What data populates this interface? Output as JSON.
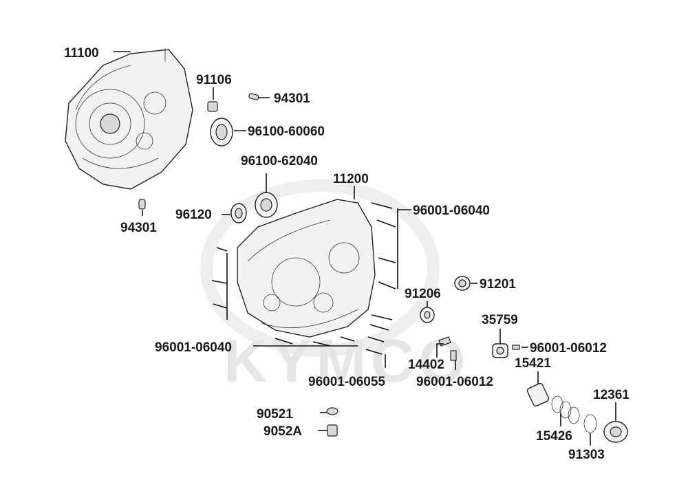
{
  "watermark": {
    "text": "KYMCO"
  },
  "callouts": [
    {
      "id": "11100",
      "label": "11100"
    },
    {
      "id": "91106",
      "label": "91106"
    },
    {
      "id": "94301a",
      "label": "94301"
    },
    {
      "id": "96100-60060",
      "label": "96100-60060"
    },
    {
      "id": "96100-62040",
      "label": "96100-62040"
    },
    {
      "id": "11200",
      "label": "11200"
    },
    {
      "id": "94301b",
      "label": "94301"
    },
    {
      "id": "96120",
      "label": "96120"
    },
    {
      "id": "96001-06040a",
      "label": "96001-06040"
    },
    {
      "id": "91206",
      "label": "91206"
    },
    {
      "id": "91201",
      "label": "91201"
    },
    {
      "id": "35759",
      "label": "35759"
    },
    {
      "id": "96001-06040b",
      "label": "96001-06040"
    },
    {
      "id": "96001-06012a",
      "label": "96001-06012"
    },
    {
      "id": "15421",
      "label": "15421"
    },
    {
      "id": "14402",
      "label": "14402"
    },
    {
      "id": "96001-06055",
      "label": "96001-06055"
    },
    {
      "id": "96001-06012b",
      "label": "96001-06012"
    },
    {
      "id": "12361",
      "label": "12361"
    },
    {
      "id": "90521",
      "label": "90521"
    },
    {
      "id": "9052A",
      "label": "9052A"
    },
    {
      "id": "15426",
      "label": "15426"
    },
    {
      "id": "91303",
      "label": "91303"
    }
  ]
}
